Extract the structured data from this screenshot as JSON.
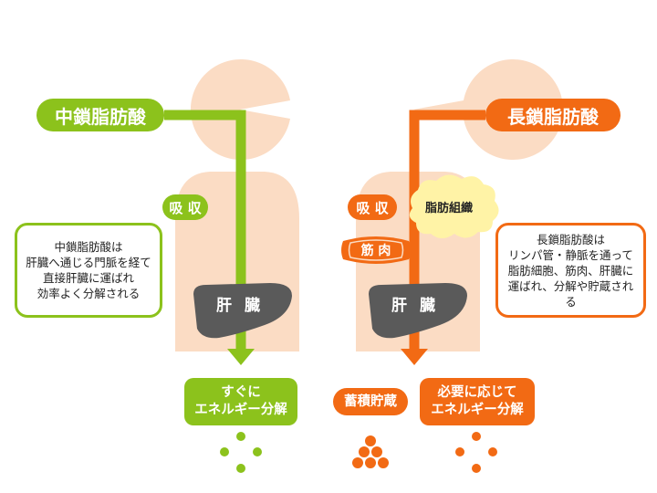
{
  "left": {
    "title": "中鎖脂肪酸",
    "absorb": "吸 収",
    "liver": "肝 臓",
    "description": "中鎖脂肪酸は\n肝臓へ通じる門脈を経て\n直接肝臓に運ばれ\n効率よく分解される",
    "result": "すぐに\nエネルギー分解"
  },
  "right": {
    "title": "長鎖脂肪酸",
    "absorb": "吸 収",
    "adipose": "脂肪組織",
    "muscle": "筋 肉",
    "liver": "肝 臓",
    "description": "長鎖脂肪酸は\nリンパ管・静脈を通って\n脂肪細胞、筋肉、肝臓に\n運ばれ、分解や貯蔵される",
    "result_store": "蓄積貯蔵",
    "result_decompose": "必要に応じて\nエネルギー分解"
  },
  "colors": {
    "green": "#8cc21c",
    "orange": "#f26a14",
    "body": "#fbdcc4",
    "liver": "#5a5a5a",
    "cloud": "#fff3a6"
  }
}
